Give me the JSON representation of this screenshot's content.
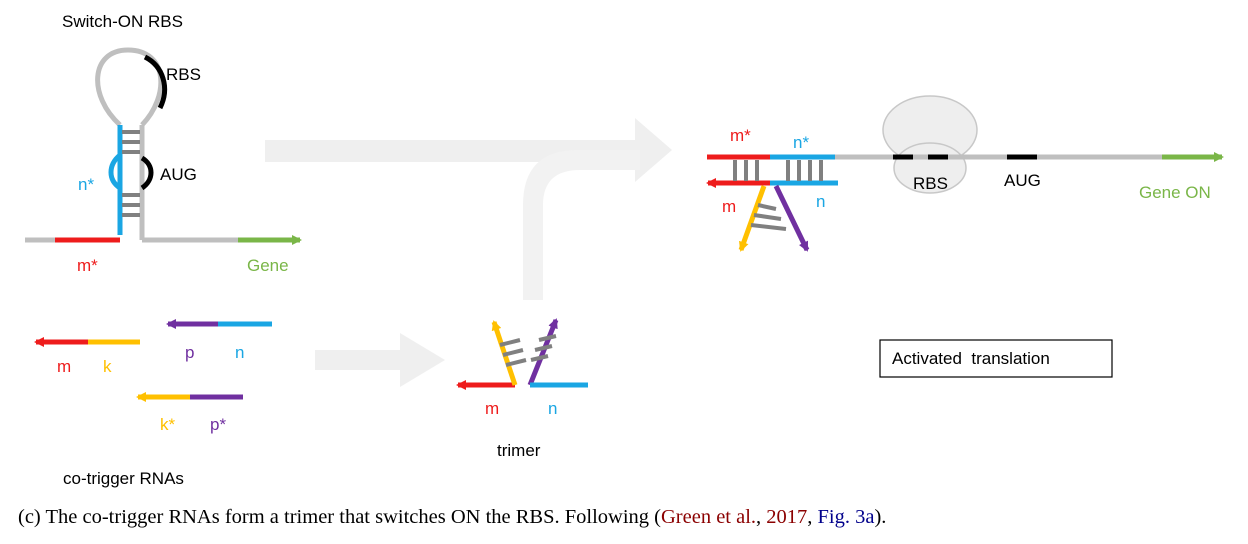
{
  "colors": {
    "red": "#ee1c1c",
    "blue": "#1aa6e3",
    "green": "#7ab648",
    "orange": "#ffc000",
    "purple": "#7030a0",
    "gray": "#bfbfbf",
    "dark": "#808080",
    "black": "#000000",
    "caption_red": "#8b0000",
    "caption_blue": "#00008b"
  },
  "switch": {
    "title": "Switch-ON RBS",
    "rbs": "RBS",
    "aug": "AUG",
    "n_star": "n*",
    "m_star": "m*",
    "gene": "Gene"
  },
  "triggers": {
    "m": "m",
    "k": "k",
    "p": "p",
    "n": "n",
    "k_star": "k*",
    "p_star": "p*",
    "caption": "co-trigger RNAs"
  },
  "trimer": {
    "m": "m",
    "n": "n",
    "caption": "trimer"
  },
  "active": {
    "m_star": "m*",
    "n_star": "n*",
    "m": "m",
    "n": "n",
    "rbs": "RBS",
    "aug": "AUG",
    "gene_on": "Gene ON",
    "box_label": "Activated  translation"
  },
  "figure_caption": {
    "prefix": "(c) The co-trigger RNAs form a trimer that switches ON the RBS. Following (",
    "cite_authors": "Green et al.",
    "sep1": ", ",
    "cite_year": "2017",
    "sep2": ", ",
    "cite_fig": "Fig. 3a",
    "suffix": ")."
  }
}
